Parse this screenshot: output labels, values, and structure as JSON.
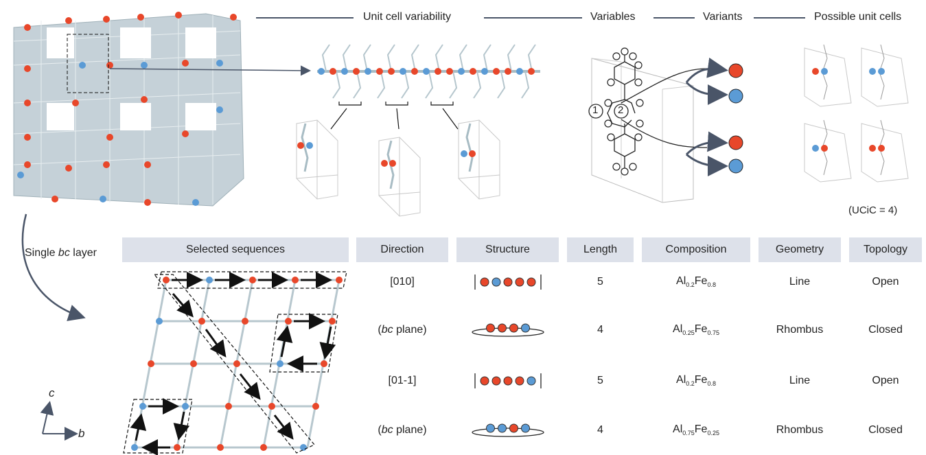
{
  "top_headers": {
    "unit_cell_variability": "Unit cell variability",
    "variables": "Variables",
    "variants": "Variants",
    "possible_unit_cells": "Possible unit cells"
  },
  "ucic_note": "(UCiC = 4)",
  "layer_label": {
    "prefix": "Single ",
    "ital": "bc",
    "suffix": " layer"
  },
  "site_labels": [
    "1",
    "2"
  ],
  "axes": {
    "c": "c",
    "b": "b"
  },
  "colors": {
    "red": "#e8472a",
    "blue": "#5b9bd5",
    "header_bg": "#dde1ea",
    "line": "#4a5568"
  },
  "table": {
    "headers": [
      "Selected sequences",
      "Direction",
      "Structure",
      "Length",
      "Composition",
      "Geometry",
      "Topology"
    ],
    "rows": [
      {
        "direction": "[010]",
        "dir_ital": "",
        "dir_after": "",
        "structure": [
          "red",
          "blue",
          "red",
          "red",
          "red"
        ],
        "structure_type": "open",
        "length": "5",
        "comp": {
          "el1": "Al",
          "sub1": "0.2",
          "el2": "Fe",
          "sub2": "0.8"
        },
        "geometry": "Line",
        "topology": "Open"
      },
      {
        "direction": "(",
        "dir_ital": "bc",
        "dir_after": " plane)",
        "structure": [
          "red",
          "red",
          "red",
          "blue"
        ],
        "structure_type": "closed",
        "length": "4",
        "comp": {
          "el1": "Al",
          "sub1": "0.25",
          "el2": "Fe",
          "sub2": "0.75"
        },
        "geometry": "Rhombus",
        "topology": "Closed"
      },
      {
        "direction": "[01-1]",
        "dir_ital": "",
        "dir_after": "",
        "structure": [
          "red",
          "red",
          "red",
          "red",
          "blue"
        ],
        "structure_type": "open",
        "length": "5",
        "comp": {
          "el1": "Al",
          "sub1": "0.2",
          "el2": "Fe",
          "sub2": "0.8"
        },
        "geometry": "Line",
        "topology": "Open"
      },
      {
        "direction": "(",
        "dir_ital": "bc",
        "dir_after": " plane)",
        "structure": [
          "blue",
          "blue",
          "red",
          "blue"
        ],
        "structure_type": "closed",
        "length": "4",
        "comp": {
          "el1": "Al",
          "sub1": "0.75",
          "el2": "Fe",
          "sub2": "0.25"
        },
        "geometry": "Rhombus",
        "topology": "Closed"
      }
    ]
  }
}
